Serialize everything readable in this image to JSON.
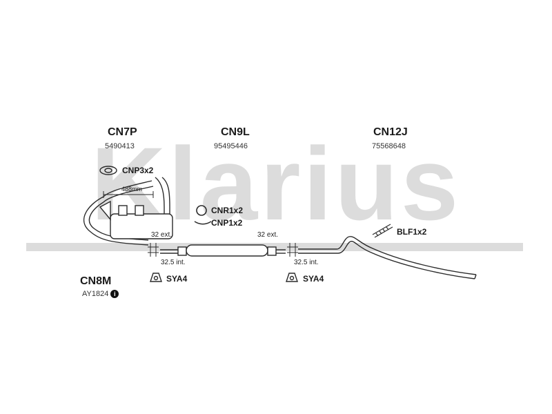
{
  "brand": {
    "watermark": "Klarius",
    "color": "#d9d9d9"
  },
  "parts": {
    "cn7p": {
      "code": "CN7P",
      "number": "5490413"
    },
    "cn9l": {
      "code": "CN9L",
      "number": "95495446"
    },
    "cn12j": {
      "code": "CN12J",
      "number": "75568648"
    },
    "cn8m": {
      "code": "CN8M",
      "number": "AY1824",
      "icon": "info-icon"
    }
  },
  "accessories": {
    "cnp3": "CNP3x2",
    "cnr1": "CNR1x2",
    "cnp1": "CNP1x2",
    "blf1": "BLF1x2",
    "sya4_left": "SYA4",
    "sya4_right": "SYA4"
  },
  "dimensions": {
    "length": "488mm",
    "ext_left": "32 ext.",
    "int_left": "32.5 int.",
    "ext_right": "32 ext.",
    "int_right": "32.5 int."
  },
  "colors": {
    "line": "#2a2a2a",
    "fill": "#ffffff",
    "watermark": "#d9d9d9"
  }
}
